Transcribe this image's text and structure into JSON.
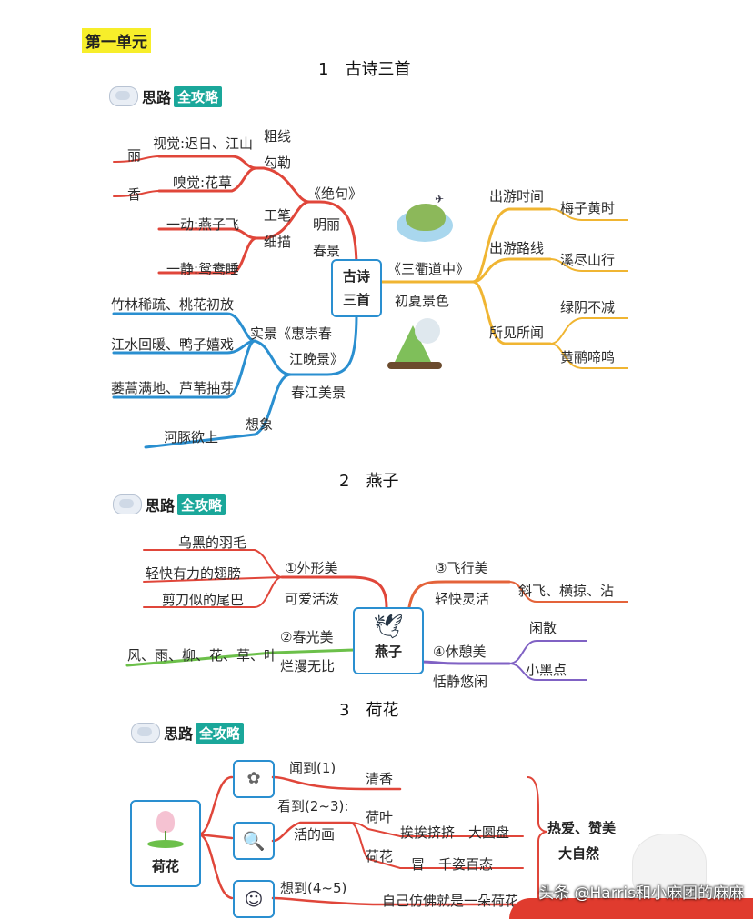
{
  "unit_title": "第一单元",
  "badge": {
    "word1": "思路",
    "word2": "全攻略"
  },
  "sections": [
    {
      "title": "1　古诗三首",
      "center": [
        "古诗",
        "三首"
      ],
      "jueju": {
        "title": "《绝句》",
        "techniques": [
          "粗线",
          "勾勒",
          "工笔",
          "细描"
        ],
        "features": [
          "明丽",
          "春景"
        ],
        "items": [
          {
            "sense": "视觉:迟日、江山",
            "word": "丽"
          },
          {
            "sense": "嗅觉:花草",
            "word": "香"
          },
          {
            "sense": "一动:燕子飞"
          },
          {
            "sense": "一静:鸳鸯睡"
          }
        ]
      },
      "huichong": {
        "title_line1": "实景《惠崇春",
        "title_line2": "江晚景》",
        "feature": "春江美景",
        "imagine": "想象",
        "items": [
          "竹林稀疏、桃花初放",
          "江水回暖、鸭子嬉戏",
          "蒌蒿满地、芦苇抽芽",
          "河豚欲上"
        ]
      },
      "sanqu": {
        "title": "《三衢道中》",
        "feature": "初夏景色",
        "branches": [
          {
            "label": "出游时间",
            "leaves": [
              "梅子黄时"
            ]
          },
          {
            "label": "出游路线",
            "leaves": [
              "溪尽山行"
            ]
          },
          {
            "label": "所见所闻",
            "leaves": [
              "绿阴不减",
              "黄鹂啼鸣"
            ]
          }
        ]
      }
    },
    {
      "title": "2　燕子",
      "center": "燕子",
      "b1": {
        "label": "①外形美",
        "sub": "可爱活泼",
        "leaves": [
          "乌黑的羽毛",
          "轻快有力的翅膀",
          "剪刀似的尾巴"
        ]
      },
      "b2": {
        "label": "②春光美",
        "sub": "烂漫无比",
        "leaves": [
          "风、雨、柳、花、草、叶"
        ]
      },
      "b3": {
        "label": "③飞行美",
        "sub": "轻快灵活",
        "leaves": [
          "斜飞、横掠、沾"
        ]
      },
      "b4": {
        "label": "④休憩美",
        "sub": "恬静悠闲",
        "leaves": [
          "闲散",
          "小黑点"
        ]
      }
    },
    {
      "title": "3　荷花",
      "center": "荷花",
      "wen": {
        "label": "闻到(1)",
        "leaf": "清香"
      },
      "kan": {
        "label": "看到(2~3):",
        "sub": "活的画",
        "heye": "荷叶",
        "heye_leaf": "挨挨挤挤　大圆盘",
        "hehua": "荷花",
        "hehua_leaf": "冒　千姿百态"
      },
      "xiang": {
        "label": "想到(4~5)",
        "leaf": "自己仿佛就是一朵荷花"
      },
      "conclusion": [
        "热爱、赞美",
        "大自然"
      ]
    }
  ],
  "watermark": "头条 @Harris和小麻团的麻麻",
  "colors": {
    "red": "#e0463a",
    "blue": "#2a8fd0",
    "yellow": "#f0b532",
    "green": "#6cc04a",
    "purple": "#8062c4",
    "orange": "#e4633a",
    "teal": "#1aa79a",
    "highlight": "#f7ee2a"
  }
}
